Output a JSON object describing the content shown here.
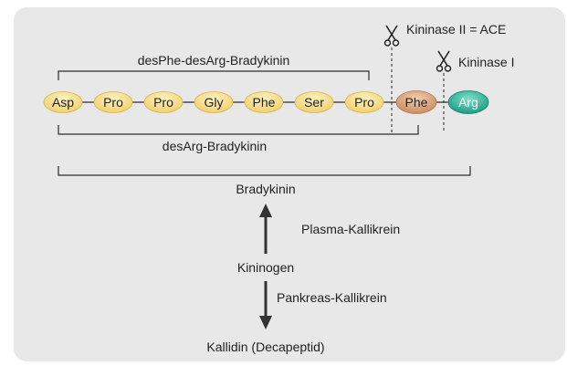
{
  "diagram": {
    "colors": {
      "panel": "#e8e8e8",
      "line": "#2b2b2b",
      "amino_acid_fill": "#f4d98a",
      "phe_fill": "#d8a57e",
      "arg_fill": "#33b39a"
    },
    "labels": {
      "desphe_desarg": "desPhe-desArg-Bradykinin",
      "desarg": "desArg-Bradykinin",
      "bradykinin": "Bradykinin",
      "kininase_ii": "Kininase II = ACE",
      "kininase_i": "Kininase I",
      "plasma_kallikrein": "Plasma-Kallikrein",
      "kininogen": "Kininogen",
      "pankreas_kallikrein": "Pankreas-Kallikrein",
      "kallidin": "Kallidin (Decapeptid)"
    },
    "amino_acids": [
      "Asp",
      "Pro",
      "Pro",
      "Gly",
      "Phe",
      "Ser",
      "Pro",
      "Phe",
      "Arg"
    ],
    "icons": {
      "cleavage": "scissors-icon",
      "up": "arrow-up-icon",
      "down": "arrow-down-icon"
    }
  }
}
